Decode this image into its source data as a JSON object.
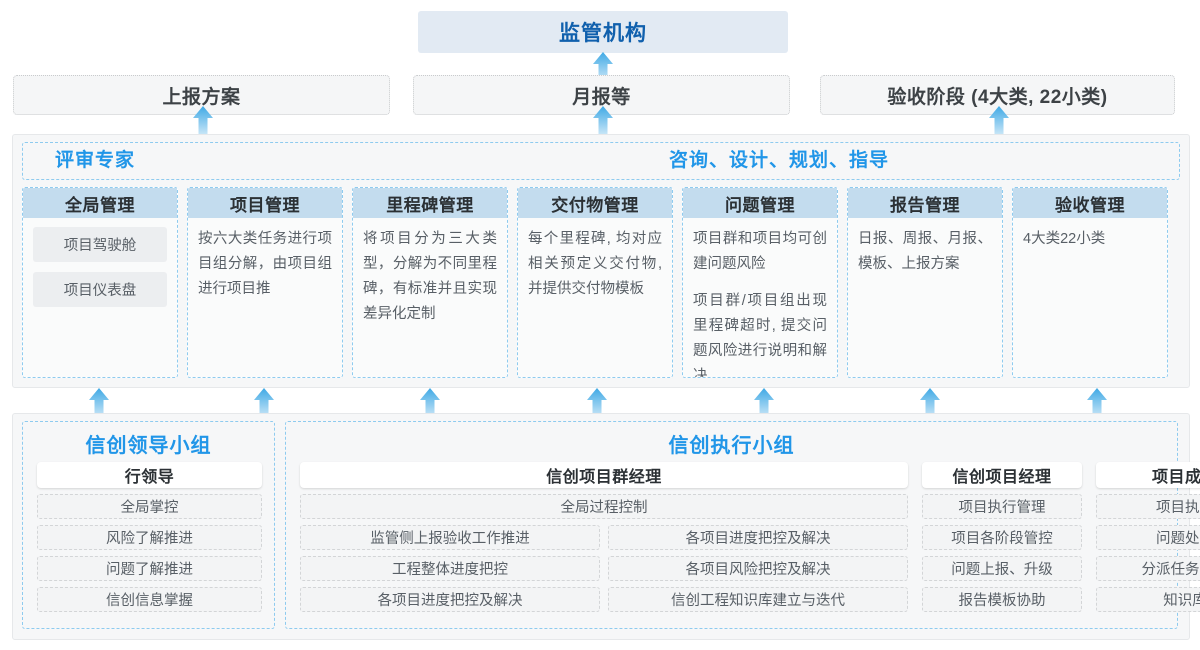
{
  "colors": {
    "accent_blue": "#2196e8",
    "header_blue": "#c3dcee",
    "regulator_bg": "#e2eaf3",
    "regulator_text": "#1060ad",
    "arrow_blue": "#4fb3ea",
    "panel_bg": "#f6f7f8",
    "dashed_blue": "#8ecbef",
    "cell_bg": "#f3f4f5"
  },
  "top": {
    "regulator_label": "监管机构",
    "reports": [
      {
        "label": "上报方案"
      },
      {
        "label": "月报等"
      },
      {
        "label": "验收阶段 (4大类, 22小类)"
      }
    ]
  },
  "middle": {
    "band_left_label": "评审专家",
    "band_right_label": "咨询、设计、规划、指导",
    "columns": [
      {
        "title": "全局管理",
        "desc": "",
        "pills": [
          "项目驾驶舱",
          "项目仪表盘"
        ]
      },
      {
        "title": "项目管理",
        "desc": "按六大类任务进行项目组分解，由项目组进行项目推",
        "pills": []
      },
      {
        "title": "里程碑管理",
        "desc": "将项目分为三大类型，分解为不同里程碑，有标准并且实现差异化定制",
        "pills": []
      },
      {
        "title": "交付物管理",
        "desc": "每个里程碑, 均对应相关预定义交付物,并提供交付物模板",
        "pills": []
      },
      {
        "title": "问题管理",
        "desc": "项目群和项目均可创建问题风险",
        "desc2": "项目群/项目组出现里程碑超时, 提交问题风险进行说明和解决",
        "pills": []
      },
      {
        "title": "报告管理",
        "desc": "日报、周报、月报、模板、上报方案",
        "pills": []
      },
      {
        "title": "验收管理",
        "desc": "4大类22小类",
        "pills": []
      }
    ]
  },
  "bottom": {
    "leader_group": {
      "title": "信创领导小组",
      "role": "行领导",
      "items": [
        "全局掌控",
        "风险了解推进",
        "问题了解推进",
        "信创信息掌握"
      ]
    },
    "exec_group": {
      "title": "信创执行小组",
      "program_manager": {
        "role": "信创项目群经理",
        "full_item": "全局过程控制",
        "left_items": [
          "监管侧上报验收工作推进",
          "工程整体进度把控",
          "各项目进度把控及解决"
        ],
        "right_items": [
          "各项目进度把控及解决",
          "各项目风险把控及解决",
          "信创工程知识库建立与迭代"
        ]
      },
      "project_manager": {
        "role": "信创项目经理",
        "items": [
          "项目执行管理",
          "项目各阶段管控",
          "问题上报、升级",
          "报告模板协助"
        ]
      },
      "member": {
        "role": "项目成员",
        "items": [
          "项目执行",
          "问题处理",
          "分派任务处理",
          "知识库"
        ]
      }
    }
  },
  "arrows": {
    "icon": "arrow-up-icon",
    "row_top": [
      200,
      600,
      996
    ],
    "row_mid_to_report": [
      200,
      600,
      996
    ],
    "row_bottom": [
      97,
      262,
      428,
      595,
      762,
      928,
      1095
    ]
  }
}
